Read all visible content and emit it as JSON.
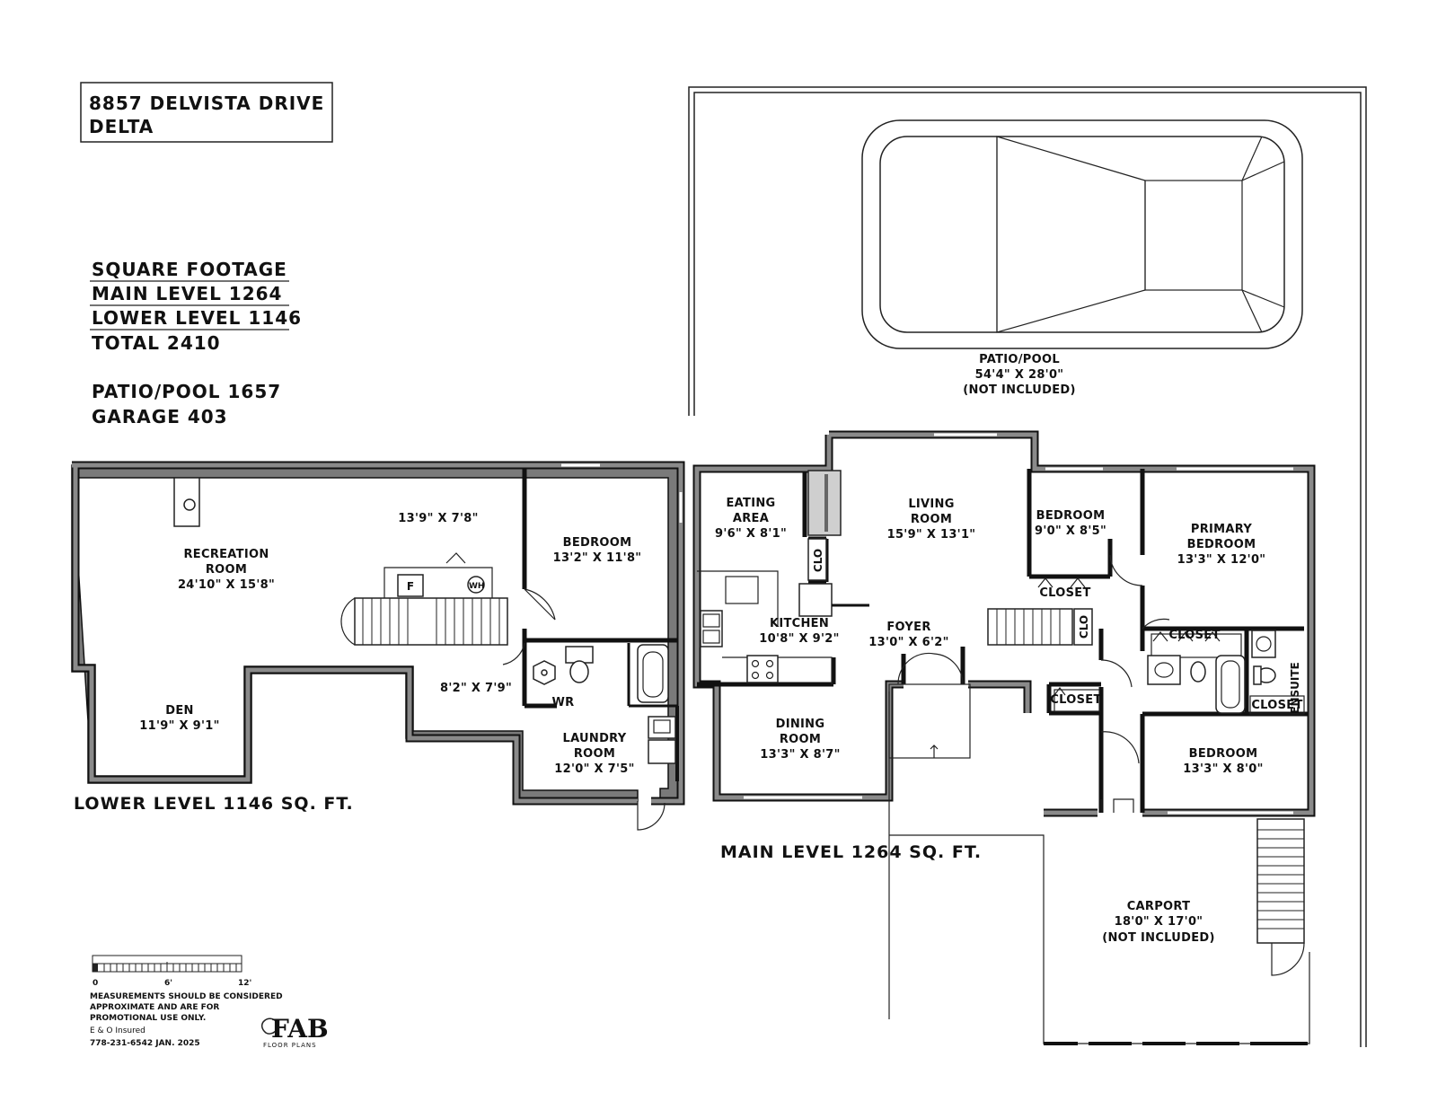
{
  "address": {
    "line1": "8857 DELVISTA DRIVE",
    "line2": "DELTA"
  },
  "footage": {
    "heading": "SQUARE FOOTAGE",
    "main": "MAIN LEVEL 1264",
    "lower": "LOWER LEVEL 1146",
    "total": "TOTAL 2410",
    "patio": "PATIO/POOL 1657",
    "garage": "GARAGE 403"
  },
  "patio": {
    "name": "PATIO/POOL",
    "dims": "54'4\" X 28'0\"",
    "note": "(NOT INCLUDED)"
  },
  "lower": {
    "title": "LOWER LEVEL 1146 SQ. FT.",
    "rec_name1": "RECREATION",
    "rec_name2": "ROOM",
    "rec_dims": "24'10\" X 15'8\"",
    "area_dims": "13'9\" X 7'8\"",
    "bed_name": "BEDROOM",
    "bed_dims": "13'2\" X 11'8\"",
    "den_name": "DEN",
    "den_dims": "11'9\" X 9'1\"",
    "hall_dims": "8'2\" X 7'9\"",
    "wr": "WR",
    "laundry_name1": "LAUNDRY",
    "laundry_name2": "ROOM",
    "laundry_dims": "12'0\" X 7'5\"",
    "f": "F",
    "wh": "WH"
  },
  "main": {
    "title": "MAIN LEVEL 1264 SQ. FT.",
    "eating_name1": "EATING",
    "eating_name2": "AREA",
    "eating_dims": "9'6\" X 8'1\"",
    "living_name1": "LIVING",
    "living_name2": "ROOM",
    "living_dims": "15'9\" X 13'1\"",
    "bed1_name": "BEDROOM",
    "bed1_dims": "9'0\" X 8'5\"",
    "primary_name1": "PRIMARY",
    "primary_name2": "BEDROOM",
    "primary_dims": "13'3\" X 12'0\"",
    "kitchen_name": "KITCHEN",
    "kitchen_dims": "10'8\" X 9'2\"",
    "foyer_name": "FOYER",
    "foyer_dims": "13'0\" X 6'2\"",
    "dining_name1": "DINING",
    "dining_name2": "ROOM",
    "dining_dims": "13'3\" X 8'7\"",
    "bed2_name": "BEDROOM",
    "bed2_dims": "13'3\" X 8'0\"",
    "closet": "CLOSET",
    "clo": "CLO",
    "ensuite": "ENSUITE"
  },
  "carport": {
    "name": "CARPORT",
    "dims": "18'0\" X 17'0\"",
    "note": "(NOT INCLUDED)"
  },
  "scale": {
    "t0": "0",
    "t6": "6'",
    "t12": "12'"
  },
  "disclaimer": {
    "l1": "MEASUREMENTS SHOULD BE CONSIDERED",
    "l2": "APPROXIMATE AND ARE FOR",
    "l3": "PROMOTIONAL USE ONLY.",
    "l4": "E & O Insured",
    "l5": "778-231-6542  JAN. 2025"
  },
  "logo": {
    "text": "FAB",
    "sub": "FLOOR PLANS"
  }
}
